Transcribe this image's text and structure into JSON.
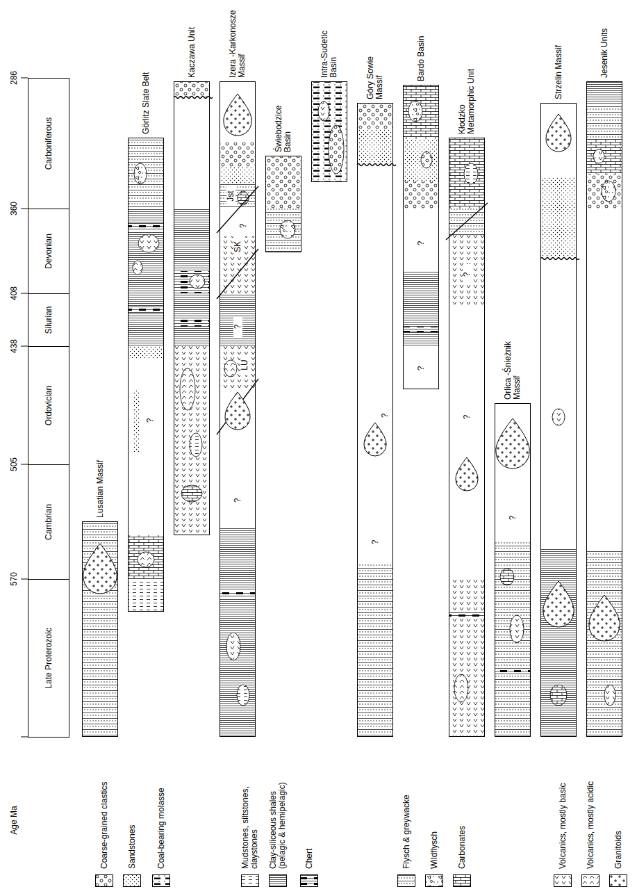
{
  "diagram": {
    "nodes": [
      {
        "text": [
          "Carboniferous"
        ]
      },
      {
        "text": [
          "Devonian"
        ]
      },
      {
        "text": [
          "Silurian"
        ]
      },
      {
        "text": [
          "Ordovician"
        ]
      },
      {
        "text": [
          "Cambrian"
        ]
      },
      {
        "text": [
          "Late Proterozoic"
        ]
      },
      {
        "text": [
          "Lusatian Massif"
        ]
      },
      {
        "text": [
          "Görlitz Slate Belt"
        ]
      },
      {
        "text": [
          "Kaczawa Unit"
        ]
      },
      {
        "text": [
          "Izera -Karkonosze Massif"
        ]
      },
      {
        "text": [
          "Świebodzice Basin"
        ]
      },
      {
        "text": [
          "Intra-Sudetic Basin"
        ]
      },
      {
        "text": [
          "Góry Sowie Massif"
        ]
      },
      {
        "text": [
          "Bardo Basin"
        ]
      },
      {
        "text": [
          "Kłodzko Metamorphic Unit"
        ]
      },
      {
        "text": [
          "Orlica -Śnieżnik Massif"
        ]
      },
      {
        "text": [
          "Strzelin Massif"
        ]
      },
      {
        "text": [
          "Jesenik Units"
        ]
      }
    ],
    "labels": [
      "286",
      "360",
      "408",
      "438",
      "505",
      "570",
      "Age Ma",
      "?",
      "?",
      "?",
      "?",
      "?",
      "?",
      "?",
      "?",
      "?",
      "?",
      "?",
      "SK",
      "LU",
      "Jst"
    ],
    "legend": [
      {
        "text": "Coarse-grained clastics"
      },
      {
        "text": "Sandstones"
      },
      {
        "text": "Coal-bearing molasse"
      },
      {
        "text": "Mudstones, siltstones, claystones"
      },
      {
        "text": "Clay-siliceous shales (pelagic & hemipelagic)"
      },
      {
        "text": "Chert"
      },
      {
        "text": "Flysch & greywacke"
      },
      {
        "text": "Wildflysch"
      },
      {
        "text": "Carbonates"
      },
      {
        "text": "Volcanics, mostly basic"
      },
      {
        "text": "Volcanics, mostly acidic"
      },
      {
        "text": "Granitoids"
      }
    ]
  }
}
